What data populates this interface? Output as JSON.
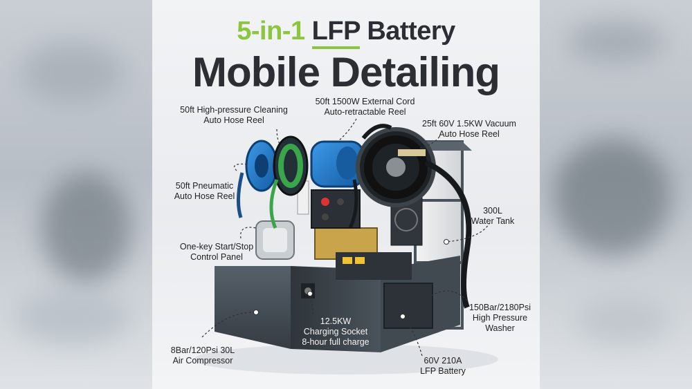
{
  "title": {
    "part1": "5-in-1",
    "part2": "LFP",
    "part3": "Battery",
    "line2": "Mobile Detailing"
  },
  "colors": {
    "accent_green": "#8cc63f",
    "text_dark": "#2b2f33",
    "machine_gray": "#3e464d",
    "reel_blue": "#1f6fc2",
    "hose_green": "#3aa64a"
  },
  "callouts": {
    "cleaning_reel": [
      "50ft High-pressure Cleaning",
      "Auto Hose Reel"
    ],
    "cord_reel": [
      "50ft 1500W External Cord",
      "Auto-retractable Reel"
    ],
    "vacuum_reel": [
      "25ft 60V 1.5KW Vacuum",
      "Auto Hose Reel"
    ],
    "pneumatic_reel": [
      "50ft Pneumatic",
      "Auto Hose Reel"
    ],
    "water_tank": [
      "300L",
      "Water Tank"
    ],
    "control_panel": [
      "One-key Start/Stop",
      "Control Panel"
    ],
    "pressure_washer": [
      "150Bar/2180Psi",
      "High Pressure",
      "Washer"
    ],
    "charging": [
      "12.5KW",
      "Charging Socket",
      "8-hour full charge"
    ],
    "air_compressor": [
      "8Bar/120Psi 30L",
      "Air Compressor"
    ],
    "battery": [
      "60V 210A",
      "LFP Battery"
    ]
  }
}
